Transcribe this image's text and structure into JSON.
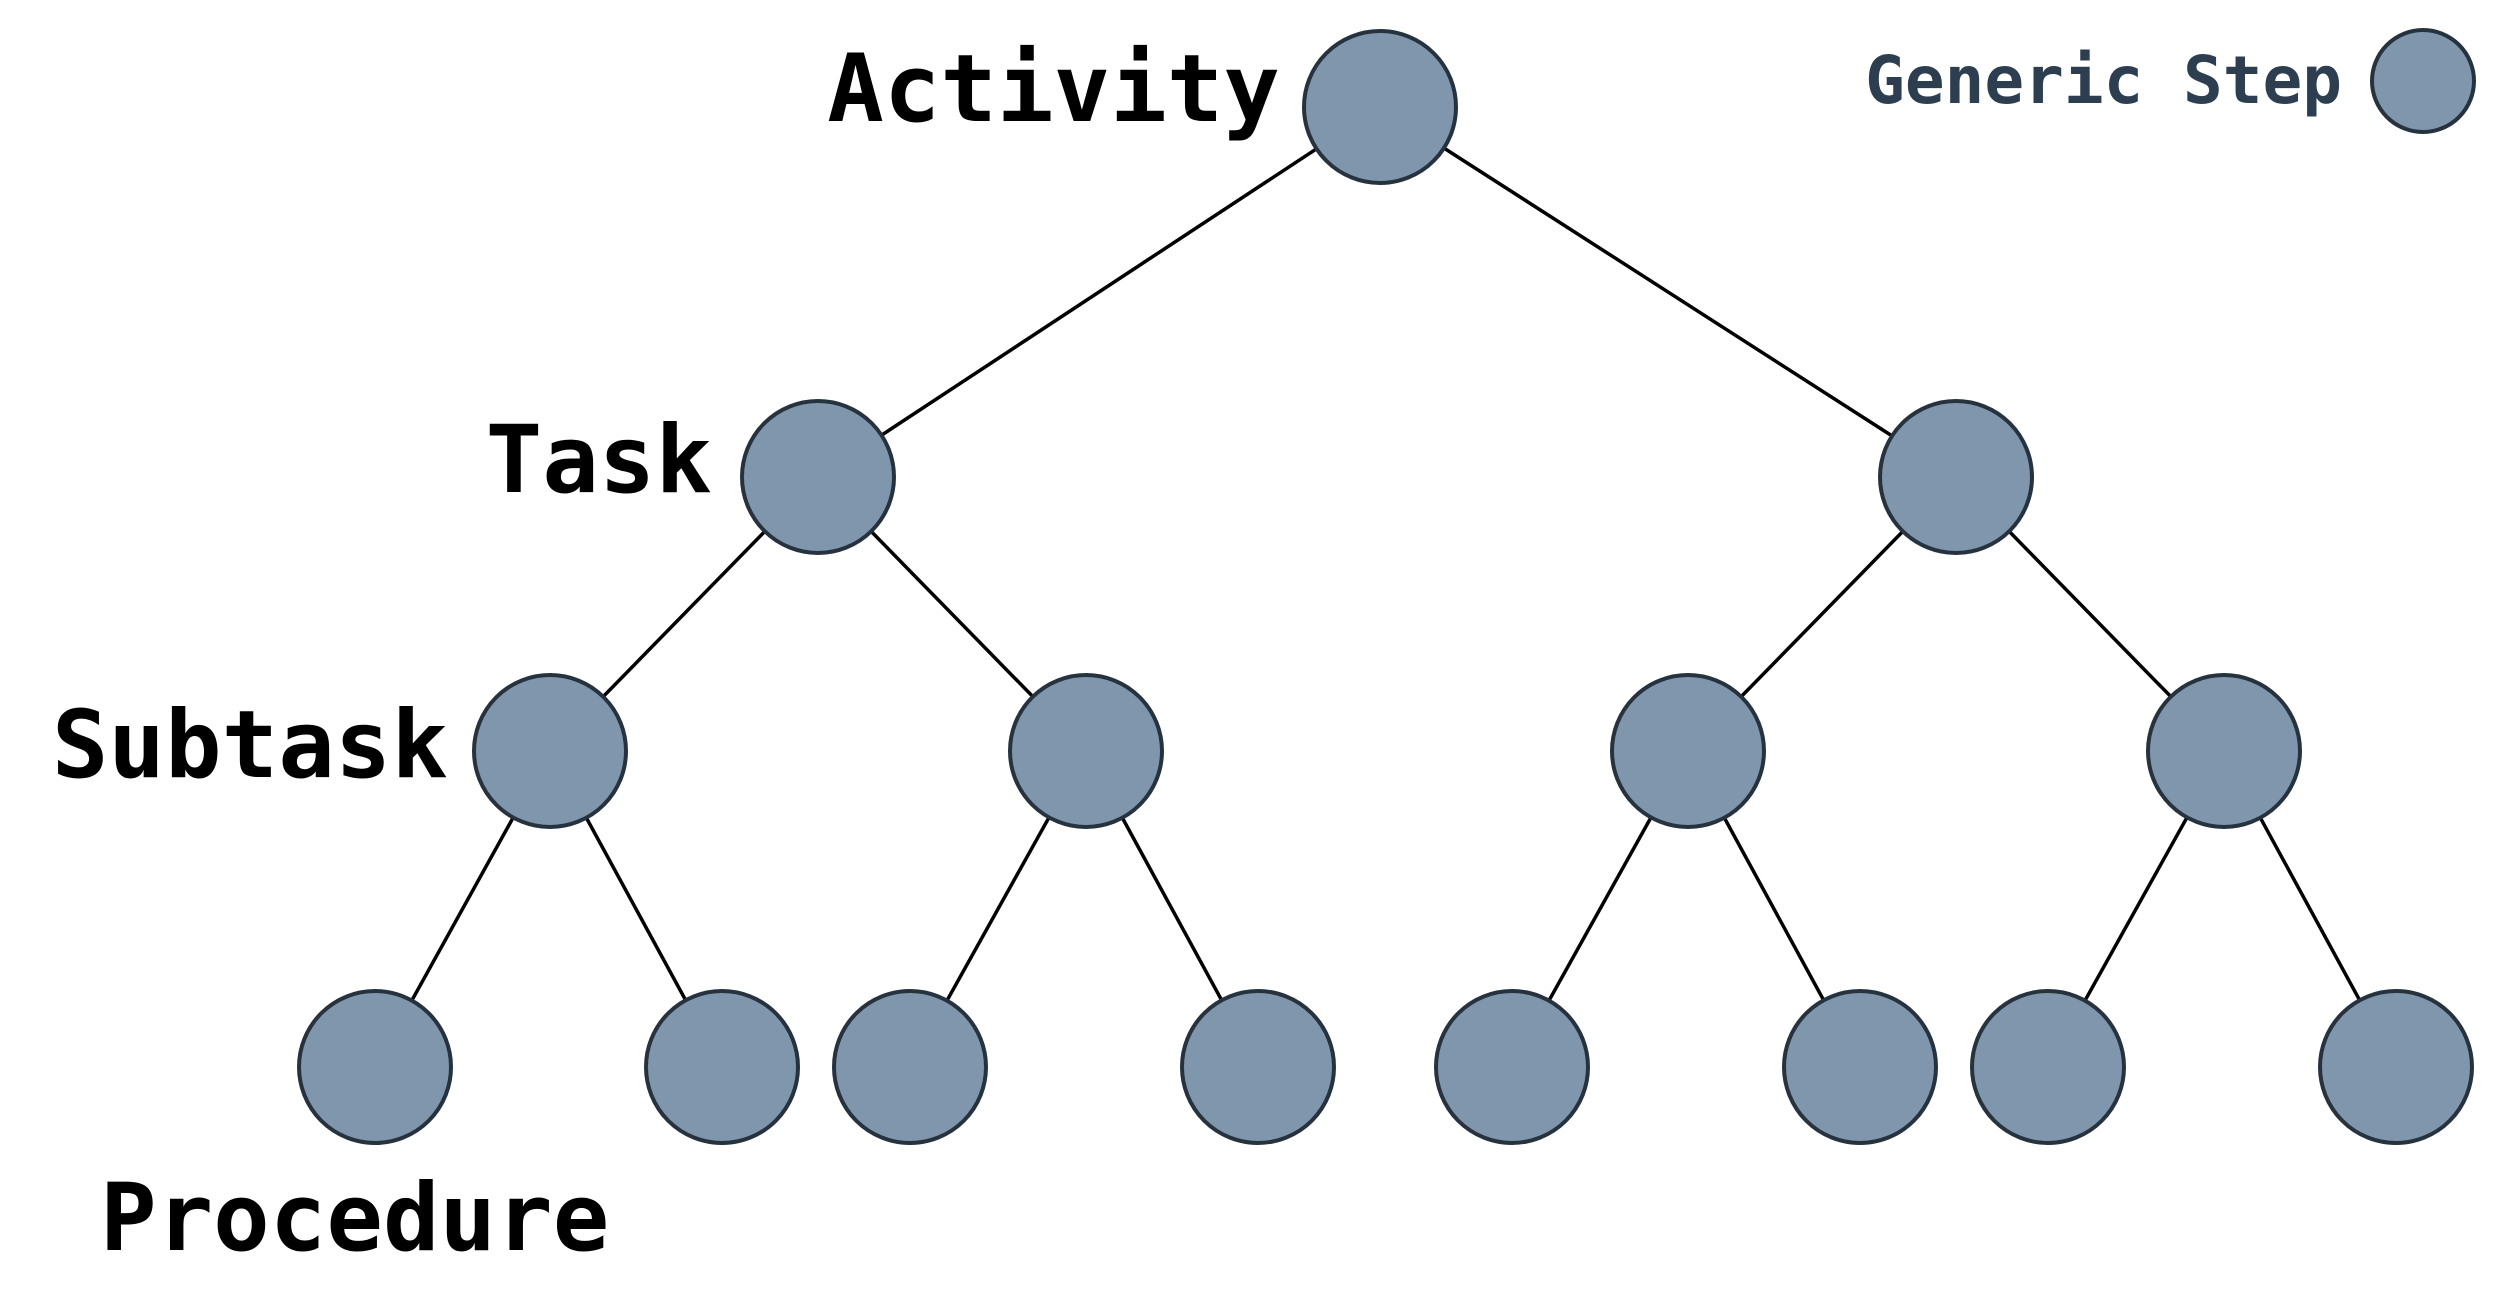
{
  "diagram": {
    "levels": {
      "activity": "Activity",
      "task": "Task",
      "subtask": "Subtask",
      "procedure": "Procedure"
    },
    "legend": {
      "label": "Generic Step"
    },
    "colors": {
      "node_fill": "#7f96ad",
      "node_stroke": "#26333f",
      "edge": "#000000",
      "level_label": "#000000",
      "legend_label": "#2c3e50"
    },
    "structure": "binary tree with 4 levels: 1 activity, 2 tasks, 4 subtasks, 8 procedures"
  }
}
